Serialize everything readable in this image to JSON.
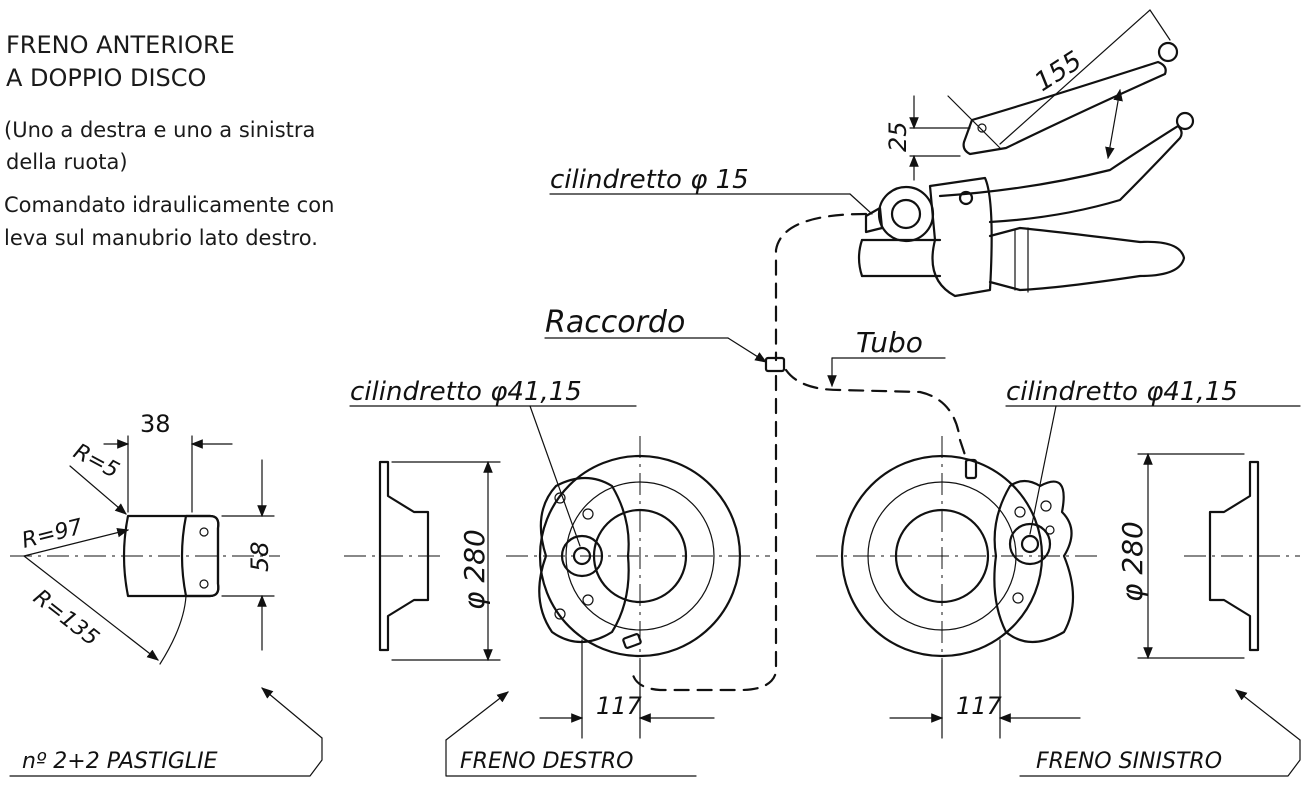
{
  "intro": {
    "title_line1": "FRENO ANTERIORE",
    "title_line2": "A DOPPIO DISCO",
    "note_line1": "(Uno a destra e uno a sinistra",
    "note_line2": "della ruota)",
    "desc_line1": "Comandato idraulicamente con",
    "desc_line2": "leva sul manubrio lato destro."
  },
  "lever": {
    "dim_length": "155",
    "dim_offset": "25",
    "cylinder_label": "cilindretto φ 15"
  },
  "hose": {
    "fitting_label": "Raccordo",
    "tube_label": "Tubo"
  },
  "pads": {
    "dim_width": "38",
    "dim_height": "58",
    "radius_small": "R=5",
    "radius_inner": "R=97",
    "radius_outer": "R=135",
    "caption": "nº 2+2  PASTIGLIE"
  },
  "right_brake": {
    "cylinder_label": "cilindretto φ41,15",
    "diameter": "φ 280",
    "offset": "117",
    "caption": "FRENO  DESTRO"
  },
  "left_brake": {
    "cylinder_label": "cilindretto φ41,15",
    "diameter": "φ 280",
    "offset": "117",
    "caption": "FRENO SINISTRO"
  }
}
